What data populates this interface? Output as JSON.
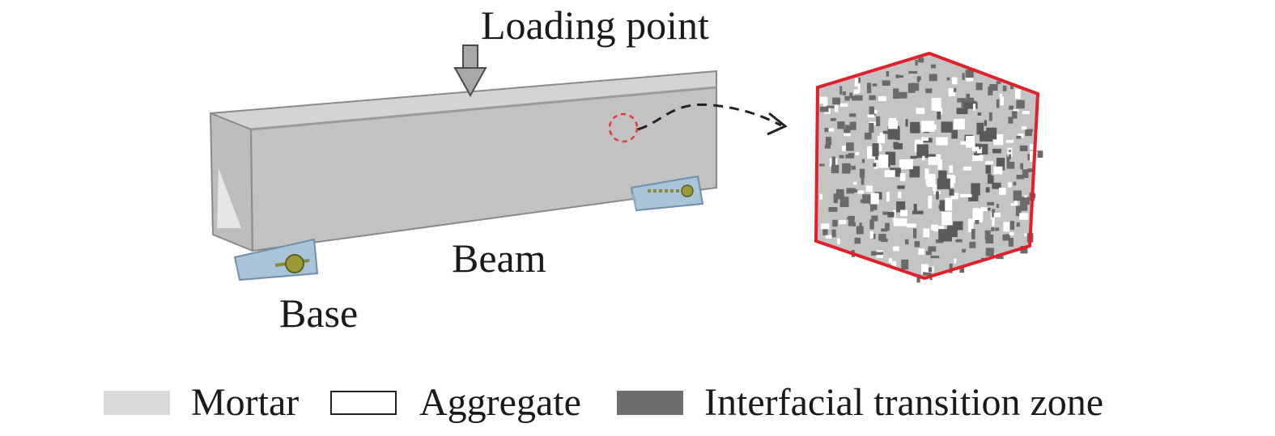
{
  "labels": {
    "loading_point": "Loading point",
    "beam": "Beam",
    "base": "Base"
  },
  "legend": [
    {
      "key": "mortar",
      "label": "Mortar",
      "color": "#d9d9d9"
    },
    {
      "key": "aggregate",
      "label": "Aggregate",
      "color": "#ffffff"
    },
    {
      "key": "itz",
      "label": "Interfacial transition zone",
      "color": "#6e6e6e"
    }
  ],
  "colors": {
    "beam_front": "#c3c3c3",
    "beam_top": "#d2d2d2",
    "beam_end": "#b8b8b8",
    "base_support": "#a9c4d9",
    "highlight_circle": "#e23a3a",
    "cube_outline": "#e0202a",
    "cube_fill": "#c4c4c4"
  }
}
